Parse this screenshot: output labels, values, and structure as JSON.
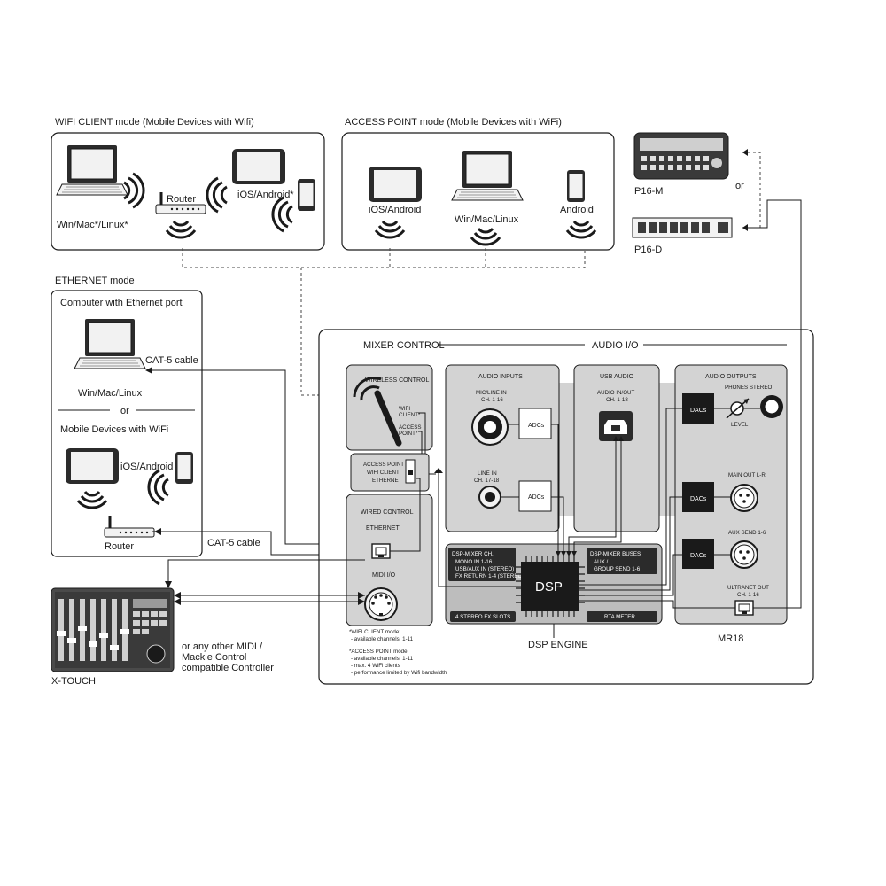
{
  "wifi_client": {
    "title": "WIFI CLIENT mode (Mobile Devices with Wifi)",
    "laptop": "Win/Mac*/Linux*",
    "router": "Router",
    "mobile": "iOS/Android*"
  },
  "access_point": {
    "title": "ACCESS POINT mode (Mobile Devices with WiFi)",
    "tablet": "iOS/Android",
    "laptop": "Win/Mac/Linux",
    "phone": "Android"
  },
  "personal_monitors": {
    "p16m": "P16-M",
    "or": "or",
    "p16d": "P16-D"
  },
  "ethernet_mode": {
    "title": "ETHERNET mode",
    "computer_heading": "Computer with Ethernet port",
    "cable1": "CAT-5 cable",
    "laptop": "Win/Mac/Linux",
    "or": "or",
    "mobile_heading": "Mobile Devices with WiFi",
    "mobile": "iOS/Android",
    "router": "Router",
    "cable2": "CAT-5 cable"
  },
  "mixer": {
    "mixer_control": "MIXER CONTROL",
    "audio_io": "AUDIO I/O",
    "wireless_control": "WIRELESS CONTROL",
    "wifi_client": "WIFI",
    "wifi_client2": "CLIENT*",
    "access_point": "ACCESS",
    "access_point2": "POINT*",
    "switch_ap": "ACCESS POINT",
    "switch_wc": "WIFI CLIENT",
    "switch_eth": "ETHERNET",
    "wired_control": "WIRED CONTROL",
    "ethernet": "ETHERNET",
    "midi_io": "MIDI I/O",
    "audio_inputs": "AUDIO INPUTS",
    "mic_line_in": "MIC/LINE IN",
    "mic_line_ch": "CH. 1-16",
    "adcs1": "ADCs",
    "line_in": "LINE IN",
    "line_in_ch": "CH. 17-18",
    "adcs2": "ADCs",
    "usb_audio": "USB AUDIO",
    "usb_io": "AUDIO IN/OUT",
    "usb_ch": "CH. 1-18",
    "audio_outputs": "AUDIO OUTPUTS",
    "dacs1": "DACs",
    "phones_stereo": "PHONES STEREO",
    "level": "LEVEL",
    "dacs2": "DACs",
    "main_out": "MAIN OUT L-R",
    "dacs3": "DACs",
    "aux_send": "AUX SEND 1-6",
    "ultranet_out": "ULTRANET OUT",
    "ultranet_ch": "CH. 1-16",
    "dsp_mixer_ch": "DSP-MIXER CH.",
    "mono_in": "MONO IN 1-16",
    "usb_aux_in": "USB/AUX IN (STEREO)",
    "fx_return": "FX RETURN 1-4 (STEREO)",
    "dsp_mixer_buses": "DSP-MIXER BUSES",
    "aux": "AUX /",
    "group_send": "GROUP SEND 1-6",
    "dsp": "DSP",
    "fx_slots": "4 STEREO FX SLOTS",
    "rta_meter": "RTA METER",
    "dsp_engine": "DSP ENGINE",
    "model": "MR18"
  },
  "notes": {
    "wc_title": "*WIFI CLIENT mode:",
    "wc_1": "- available channels: 1-11",
    "ap_title": "*ACCESS POINT mode:",
    "ap_1": "- available channels: 1-11",
    "ap_2": "- max. 4 WiFi clients",
    "ap_3": "- performance limited by Wifi bandwidth"
  },
  "xtouch": {
    "name": "X-TOUCH",
    "alt_1": "or any other MIDI /",
    "alt_2": "Mackie Control",
    "alt_3": "compatible Controller"
  }
}
